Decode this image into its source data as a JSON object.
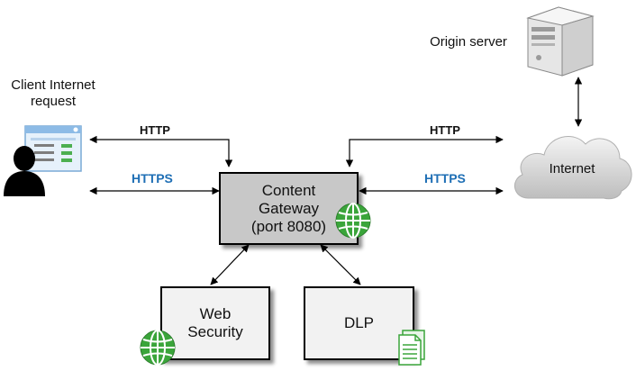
{
  "colors": {
    "gateway_fill": "#c8c8c8",
    "box_fill": "#f2f2f2",
    "https_text": "#1f6fb5",
    "globe_green": "#3aa53a",
    "cloud_fill": "#d4d4d4"
  },
  "client": {
    "label_line1": "Client Internet",
    "label_line2": "request",
    "icon": "user-with-browser-window-icon"
  },
  "origin": {
    "label": "Origin server",
    "icon": "server-tower-icon"
  },
  "internet": {
    "label": "Internet",
    "icon": "cloud-icon"
  },
  "gateway": {
    "line1": "Content",
    "line2": "Gateway",
    "line3": "(port 8080)",
    "icon": "globe-icon"
  },
  "web_security": {
    "line1": "Web",
    "line2": "Security",
    "icon": "globe-icon"
  },
  "dlp": {
    "label": "DLP",
    "icon": "document-icon"
  },
  "protocols": {
    "left_http": "HTTP",
    "left_https": "HTTPS",
    "right_http": "HTTP",
    "right_https": "HTTPS"
  }
}
